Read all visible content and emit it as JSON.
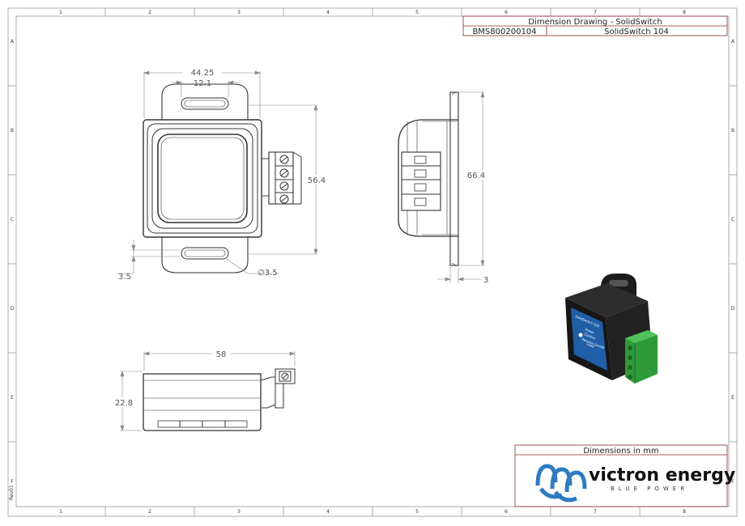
{
  "frame": {
    "columns": [
      "1",
      "2",
      "3",
      "4",
      "5",
      "6",
      "7",
      "8"
    ],
    "rows": [
      "A",
      "B",
      "C",
      "D",
      "E",
      "F"
    ],
    "revision": "Rev01"
  },
  "title_block": {
    "title": "Dimension Drawing - SolidSwitch",
    "part_number": "BMS800200104",
    "product_name": "SolidSwitch 104",
    "units_note": "Dimensions in mm"
  },
  "dimensions": {
    "overall_width": "44.25",
    "slot_width": "12.1",
    "body_height": "56.4",
    "slot_offset": "3.5",
    "hole_diameter": "∅3.5",
    "total_height": "66.4",
    "flange_thickness": "3",
    "bottom_width": "58",
    "bottom_depth": "22.8"
  },
  "product_render": {
    "label_title": "SolidSwitch 104",
    "label_lines": [
      "Power",
      "Control",
      "Remote On/Off",
      "Load"
    ]
  },
  "logo": {
    "brand": "victron energy",
    "tagline": "BLUE POWER"
  }
}
